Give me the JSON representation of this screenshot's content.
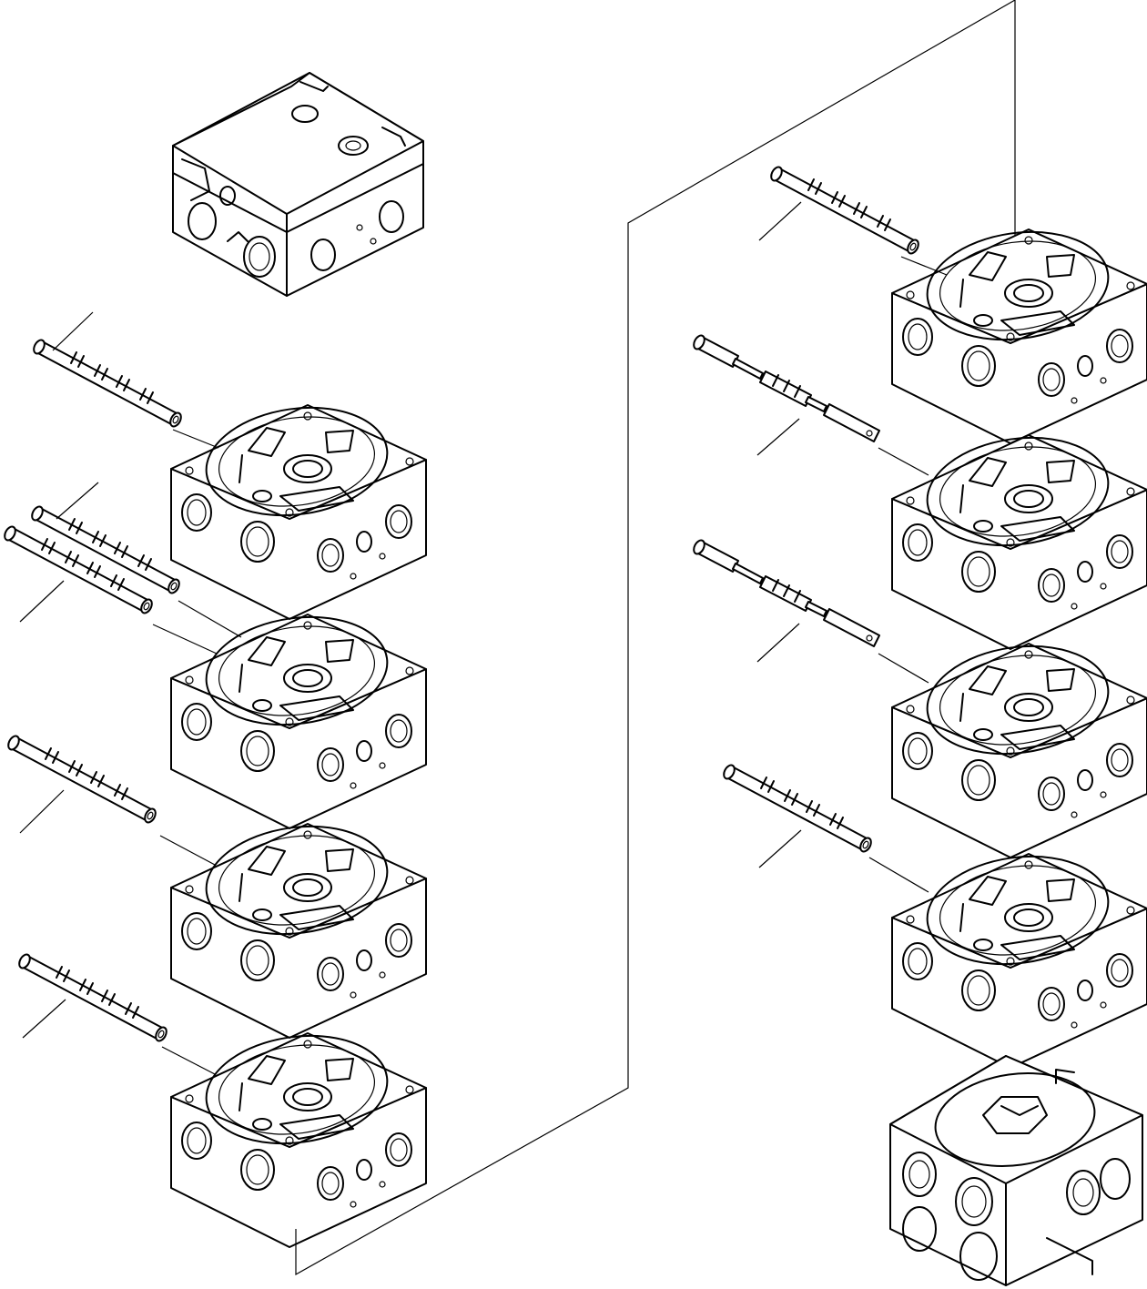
{
  "diagram": {
    "kind": "exploded-view",
    "subject": "valve-sections-with-spools",
    "line_color": "#000000",
    "background": "#ffffff",
    "left_column": {
      "top_cover": true,
      "sections": 4,
      "spools": 5
    },
    "right_column": {
      "sections": 4,
      "spools": 4,
      "bottom_end_block": true
    },
    "labels": []
  }
}
